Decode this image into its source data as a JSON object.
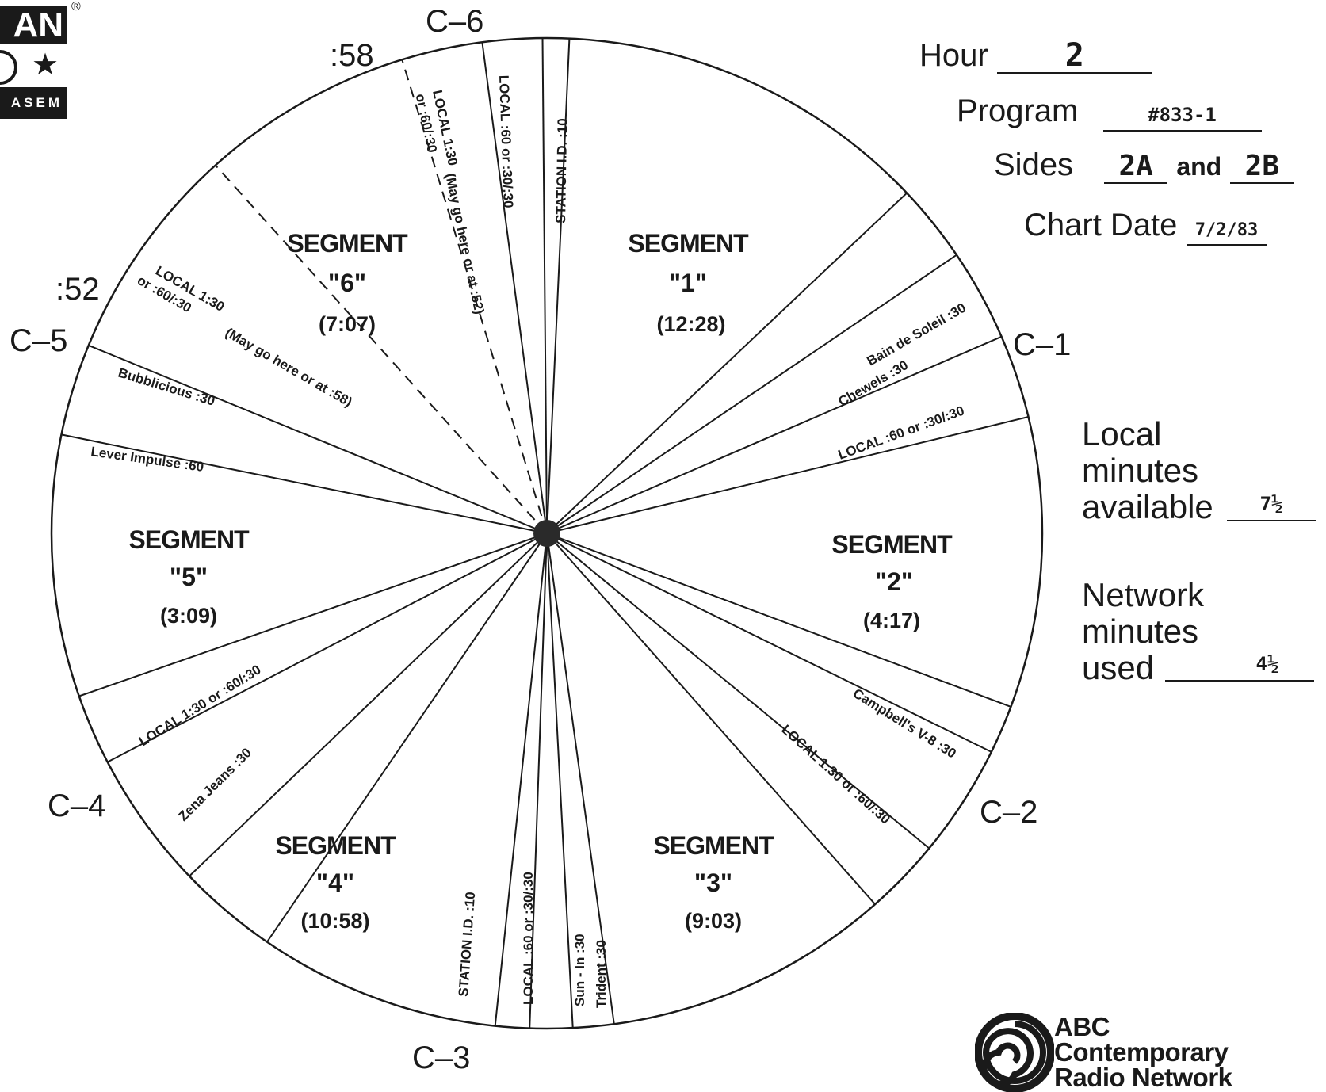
{
  "header": {
    "logo_text": "AN",
    "logo_star": "★",
    "logo_sub": "ASEM",
    "hour_label": "Hour",
    "hour_value": "2",
    "program_label": "Program",
    "program_value": "#833-1",
    "sides_label": "Sides",
    "sides_a": "2A",
    "sides_and": "and",
    "sides_b": "2B",
    "chart_date_label": "Chart Date",
    "chart_date_value": "7/2/83"
  },
  "clock": {
    "cues": {
      "c1": "C–1",
      "c2": "C–2",
      "c3": "C–3",
      "c4": "C–4",
      "c5": "C–5",
      "c6": "C–6",
      "m58": ":58",
      "m52": ":52"
    },
    "segments": [
      {
        "title": "SEGMENT",
        "num": "\"1\"",
        "dur": "(12:28)"
      },
      {
        "title": "SEGMENT",
        "num": "\"2\"",
        "dur": "(4:17)"
      },
      {
        "title": "SEGMENT",
        "num": "\"3\"",
        "dur": "(9:03)"
      },
      {
        "title": "SEGMENT",
        "num": "\"4\"",
        "dur": "(10:58)"
      },
      {
        "title": "SEGMENT",
        "num": "\"5\"",
        "dur": "(3:09)"
      },
      {
        "title": "SEGMENT",
        "num": "\"6\"",
        "dur": "(7:07)"
      }
    ],
    "slots": {
      "c1_ads_1": "Bain de Soleil :30",
      "c1_ads_2": "Chewels :30",
      "c1_local": "LOCAL :60 or :30/:30",
      "c2_ad": "Campbell's V-8 :30",
      "c2_local": "LOCAL 1:30 or :60/:30",
      "c3_ads_1": "Sun - In :30",
      "c3_ads_2": "Trident :30",
      "c3_local": "LOCAL :60 or :30/:30",
      "c3_id": "STATION I.D. :10",
      "c4_ad": "Zena Jeans :30",
      "c4_local": "LOCAL 1:30 or :60/:30",
      "c5_ad1": "Lever Impulse :60",
      "c5_ad2": "Bubblicious :30",
      "c5_local_1": "LOCAL 1:30",
      "c5_local_2": "or :60/:30",
      "c5_local_3": "(May go here or at :58)",
      "c6_local_a1": "LOCAL 1:30",
      "c6_local_a2": "or :60/:30",
      "c6_local_a3": "(May go here or at :52)",
      "c6_local_b": "LOCAL :60 or :30/:30",
      "c6_id": "STATION I.D. :10"
    }
  },
  "summary": {
    "local_label_1": "Local",
    "local_label_2": "minutes",
    "local_label_3": "available",
    "local_value": "7½",
    "network_label_1": "Network",
    "network_label_2": "minutes",
    "network_label_3": "used",
    "network_value": "4½"
  },
  "network": {
    "line1": "ABC",
    "line2": "Contemporary",
    "line3": "Radio Network"
  }
}
